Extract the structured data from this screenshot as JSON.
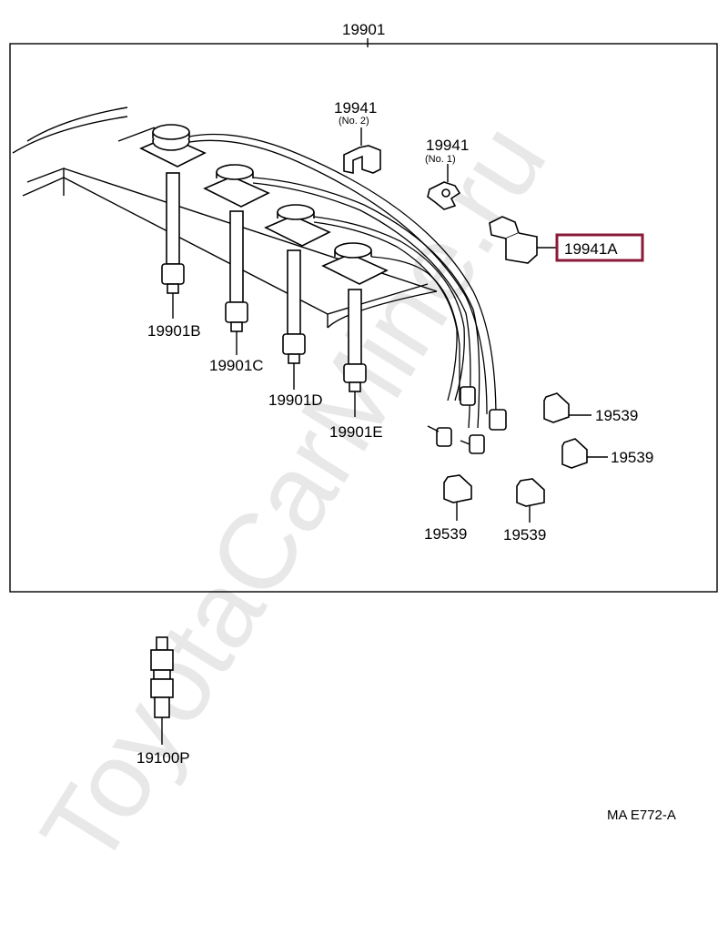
{
  "watermark": "ToyotaCarMine.ru",
  "parts": {
    "assembly": "19901",
    "clamp_no2": "19941",
    "clamp_no2_sub": "(No. 2)",
    "clamp_no1": "19941",
    "clamp_no1_sub": "(No. 1)",
    "clamp_a": "19941A",
    "wire_b": "19901B",
    "wire_c": "19901C",
    "wire_d": "19901D",
    "wire_e": "19901E",
    "holder_1": "19539",
    "holder_2": "19539",
    "holder_3": "19539",
    "holder_4": "19539",
    "spark_plug": "19100P"
  },
  "diagram_code": "MA  E772-A",
  "highlight_color": "#8b1a3a"
}
